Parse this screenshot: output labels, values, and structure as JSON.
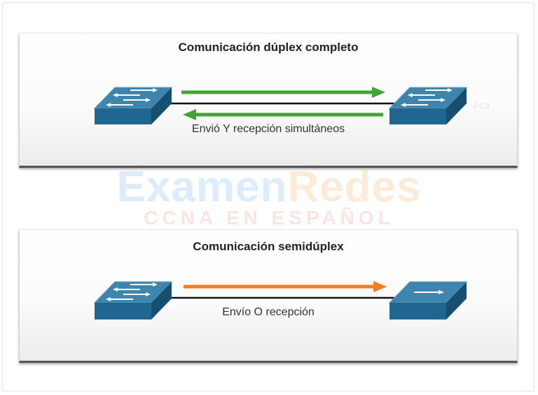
{
  "full_duplex": {
    "title": "Comunicación dúplex completo",
    "caption": "Envió Y recepción simultáneos",
    "device_label": "PC4",
    "arrow_color": "#3fa535"
  },
  "half_duplex": {
    "title": "Comunicación semidúplex",
    "caption": "Envío O recepción",
    "arrow_color": "#f47c20"
  },
  "watermark": {
    "word1": "Examen",
    "word2": "Redes",
    "subtitle": "CCNA EN ESPAÑOL"
  },
  "colors": {
    "switch_top": "#3d85ad",
    "switch_front": "#1f6690",
    "link_line": "#111111"
  },
  "icons": [
    "switch-icon",
    "arrow-right-icon",
    "arrow-left-icon"
  ]
}
